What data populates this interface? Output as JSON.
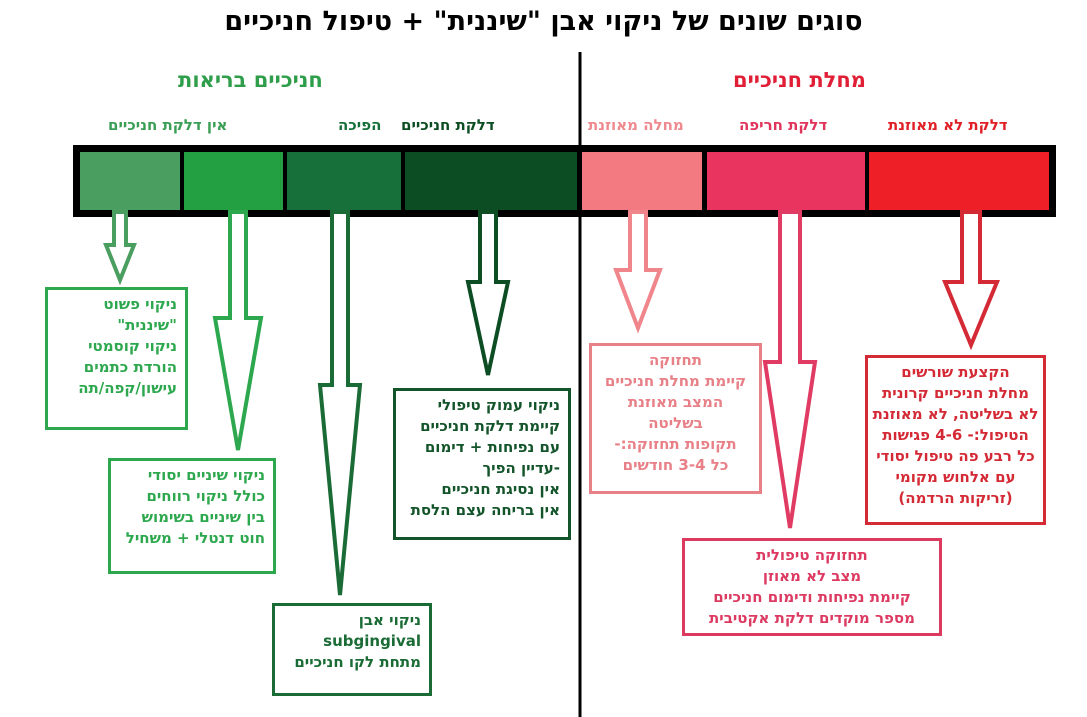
{
  "title": "סוגים שונים של ניקוי אבן \"שיננית\" + טיפול חניכיים",
  "healthy": {
    "title": "חניכיים בריאות",
    "color": "#2e9e4a",
    "segments": [
      {
        "label": "אין דלקת חניכיים",
        "color": "#4a9e5f"
      },
      {
        "label": "",
        "color": "#22a042"
      },
      {
        "label": "הפיכה",
        "color": "#17703a"
      },
      {
        "label": "דלקת חניכיים",
        "color": "#0c4d23"
      }
    ]
  },
  "disease": {
    "title": "מחלת חניכיים",
    "color": "#e01f36",
    "segments": [
      {
        "label": "מחלה מאוזנת",
        "color": "#f27a80"
      },
      {
        "label": "דלקת חריפה",
        "color": "#e8345e"
      },
      {
        "label": "דלקת לא מאוזנת",
        "color": "#ee1f27"
      }
    ]
  },
  "boxes": [
    {
      "id": "simple",
      "color": "#2ea84e",
      "lines": [
        "ניקוי פשוט",
        "\"שיננית\"",
        "ניקוי קוסמטי",
        "הורדת כתמים",
        "עישון/קפה/תה"
      ]
    },
    {
      "id": "basic",
      "color": "#2ea84e",
      "lines": [
        "ניקוי שיניים יסודי",
        "כולל ניקוי רווחים",
        "בין שיניים בשימוש",
        "חוט דנטלי + משחיל"
      ]
    },
    {
      "id": "subgingival",
      "color": "#1a6b35",
      "lines": [
        "ניקוי אבן",
        "subgingival",
        "מתחת לקו חניכיים"
      ]
    },
    {
      "id": "deep",
      "color": "#13542a",
      "lines": [
        "ניקוי עמוק טיפולי",
        "קיימת דלקת חניכיים",
        "עם נפיחות + דימום",
        "-עדיין הפיך",
        "אין נסיגת חניכיים",
        "אין בריחה עצם הלסת"
      ]
    },
    {
      "id": "maintenance",
      "color": "#e88087",
      "lines": [
        "תחזוקה",
        "קיימת מחלת חניכיים",
        "המצב מאוזנת",
        "בשליטה",
        "תקופות תחזוקה:-",
        "כל 3-4 חודשים"
      ]
    },
    {
      "id": "therapeutic",
      "color": "#dd3a62",
      "lines": [
        "תחזוקה טיפולית",
        "מצב לא מאוזן",
        "קיימת נפיחות ודימום חניכיים",
        "מספר מוקדים דלקת אקטיבית"
      ]
    },
    {
      "id": "rootplaning",
      "color": "#d42a35",
      "lines": [
        "הקצעת שורשים",
        "מחלת חניכיים קרונית",
        "לא בשליטה, לא מאוזנת",
        "הטיפול:- 4-6 פגישות",
        "כל רבע פה טיפול יסודי",
        "עם אלחוש מקומי",
        "(זריקות הרדמה)"
      ]
    }
  ]
}
